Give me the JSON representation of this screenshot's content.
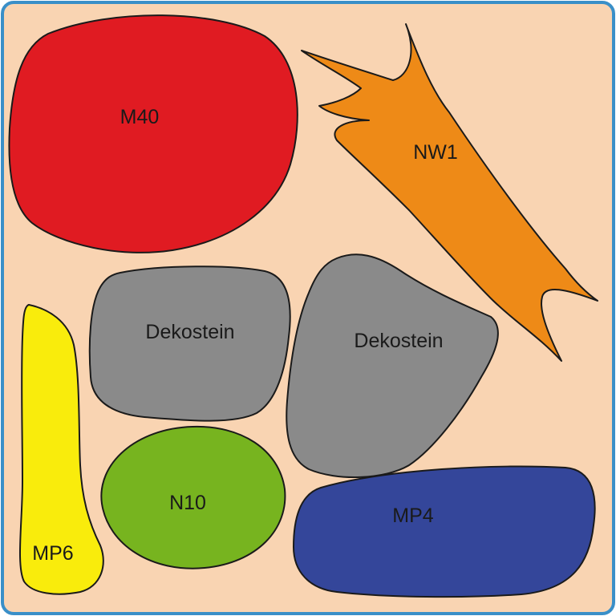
{
  "colors": {
    "background": "#f9d4b2",
    "border": "#3a8fc8",
    "outline": "#1a1a1a",
    "text": "#1a1a1a"
  },
  "regions": {
    "m40": {
      "label": "M40",
      "color": "#e01b22"
    },
    "nw1": {
      "label": "NW1",
      "color": "#ee8a17"
    },
    "dekostein_left": {
      "label": "Dekostein",
      "color": "#8a8a8a"
    },
    "dekostein_right": {
      "label": "Dekostein",
      "color": "#8a8a8a"
    },
    "mp6": {
      "label": "MP6",
      "color": "#f9ec0c"
    },
    "n10": {
      "label": "N10",
      "color": "#77b41f"
    },
    "mp4": {
      "label": "MP4",
      "color": "#34469a"
    }
  }
}
